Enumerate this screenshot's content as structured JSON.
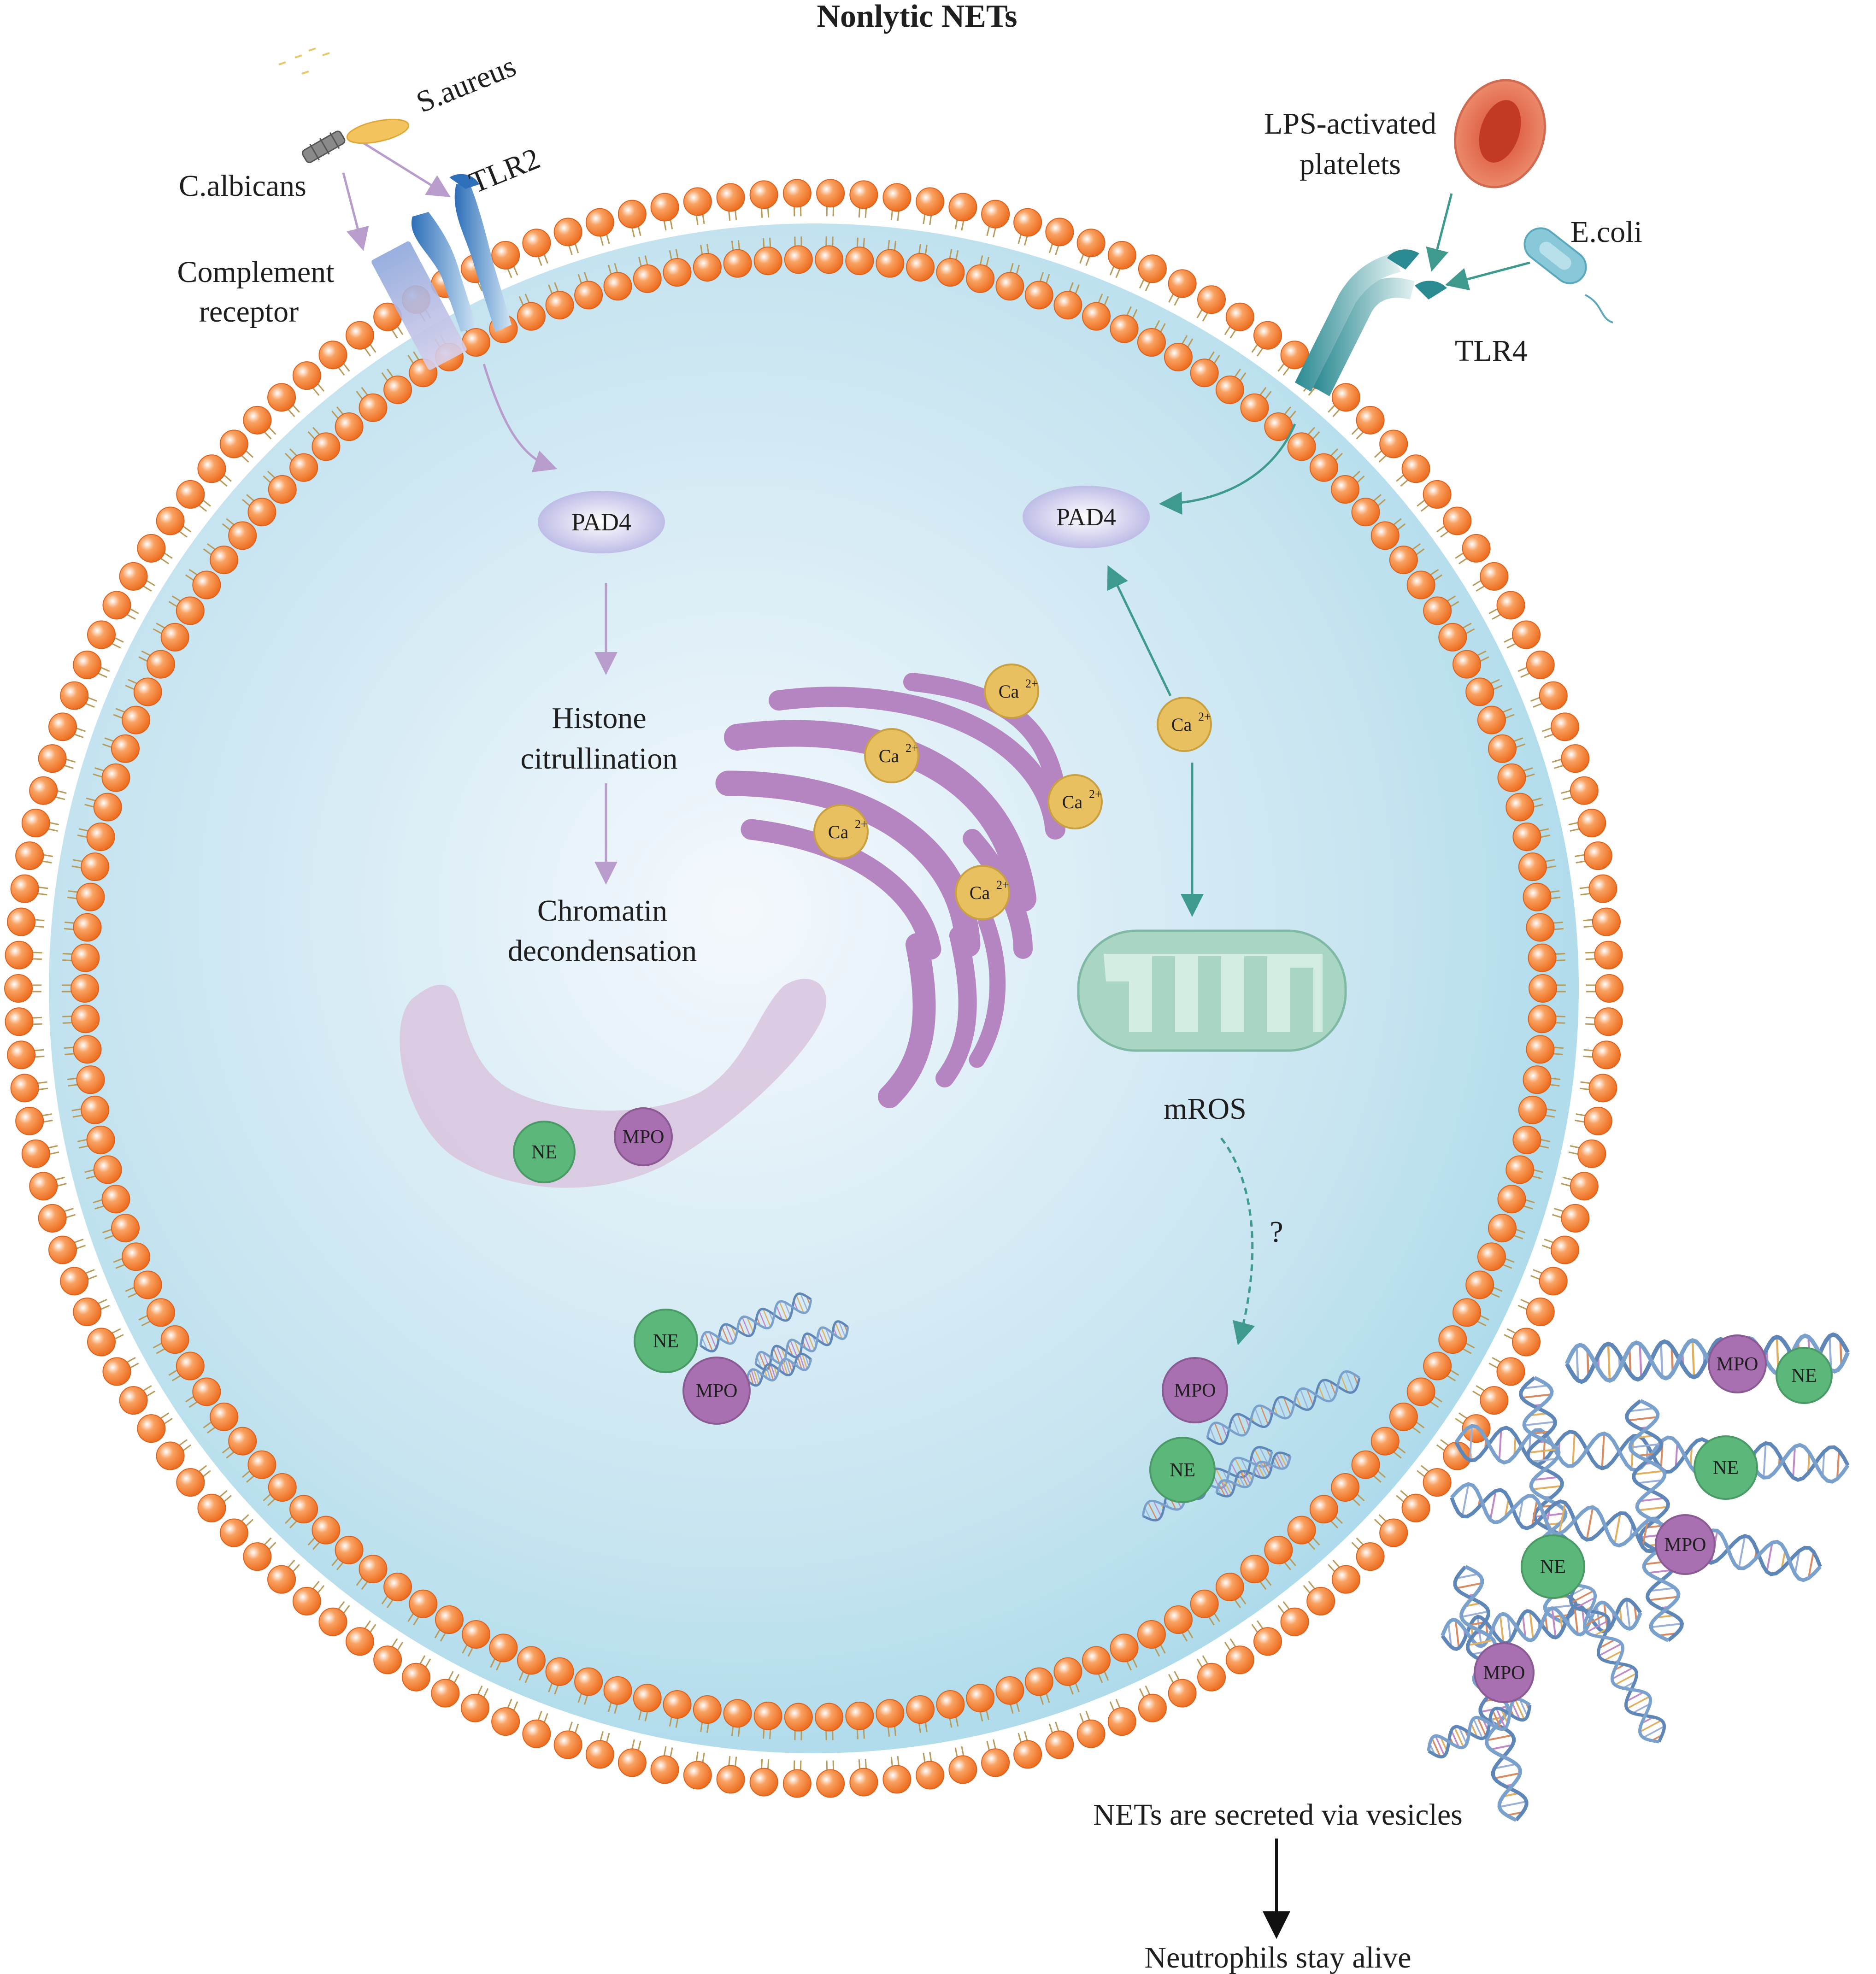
{
  "title": "Nonlytic NETs",
  "labels": {
    "s_aureus": "S.aureus",
    "c_albicans": "C.albicans",
    "tlr2": "TLR2",
    "complement_1": "Complement",
    "complement_2": "receptor",
    "lps_1": "LPS-activated",
    "lps_2": "platelets",
    "e_coli": "E.coli",
    "tlr4": "TLR4",
    "pad4_left": "PAD4",
    "pad4_right": "PAD4",
    "histone_1": "Histone",
    "histone_2": "citrullination",
    "chromatin_1": "Chromatin",
    "chromatin_2": "decondensation",
    "calcium": "Ca",
    "calcium_sup": "2+",
    "mros": "mROS",
    "question": "?",
    "secreted": "NETs are secreted via vesicles",
    "alive": "Neutrophils stay alive"
  },
  "proteins": {
    "ne": "NE",
    "mpo": "MPO"
  },
  "colors": {
    "cytoplasm": "#a9d9ea",
    "lipid_head": "#f07a2a",
    "lipid_tail": "#b89a5a",
    "pad4": "#c9c8ea",
    "er": "#b585c2",
    "calcium": "#e8c060",
    "mitochondria": "#a8d6c2",
    "nucleus": "#d8c4de",
    "ne": "#5cb87a",
    "mpo": "#a870b0",
    "arrow_purple": "#b79ccc",
    "arrow_teal": "#3e9a8c",
    "dna": "#5e87b8"
  }
}
